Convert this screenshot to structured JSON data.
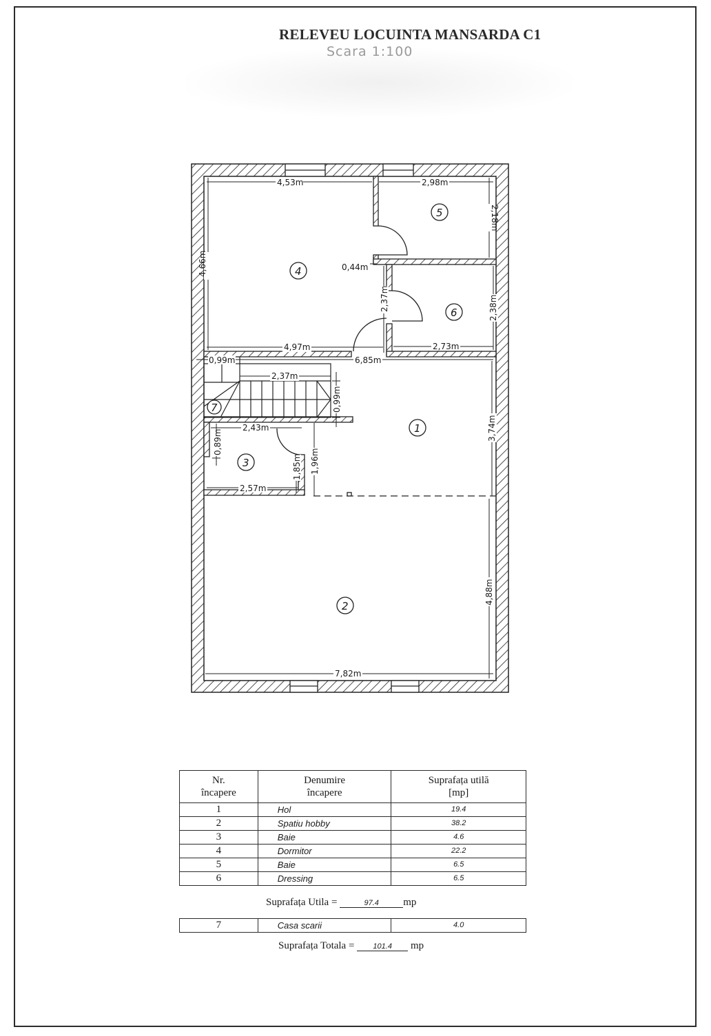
{
  "header": {
    "title": "RELEVEU LOCUINTA MANSARDA C1",
    "scale": "Scara 1:100"
  },
  "plan": {
    "dimensions": {
      "room4_top_width": "4,53m",
      "room5_top_width": "2,98m",
      "room5_height": "2,18m",
      "room4_height": "4,66m",
      "door_offset": "0,44m",
      "partition_height": "2,37m",
      "room6_height": "2,38m",
      "room4_bottom_width": "4,97m",
      "room6_bottom_width": "2,73m",
      "landing_width": "0,99m",
      "hall_width": "6,85m",
      "stair_length": "2,37m",
      "stair_width": "0,99m",
      "room3_top_width": "2,43m",
      "room3_left_height": "0,89m",
      "room3_right_height": "1,85m",
      "hall_opening_height": "1,96m",
      "room3_bottom_width": "2,57m",
      "hall_height": "3,74m",
      "hobby_height": "4,88m",
      "hobby_width": "7,82m"
    },
    "room_labels": [
      "1",
      "2",
      "3",
      "4",
      "5",
      "6",
      "7"
    ]
  },
  "table": {
    "headers": {
      "nr": [
        "Nr.",
        "încapere"
      ],
      "name": [
        "Denumire",
        "încapere"
      ],
      "area": [
        "Suprafața utilă",
        "[mp]"
      ]
    },
    "rows": [
      {
        "nr": "1",
        "name": "Hol",
        "area": "19.4"
      },
      {
        "nr": "2",
        "name": "Spatiu hobby",
        "area": "38.2"
      },
      {
        "nr": "3",
        "name": "Baie",
        "area": "4.6"
      },
      {
        "nr": "4",
        "name": "Dormitor",
        "area": "22.2"
      },
      {
        "nr": "5",
        "name": "Baie",
        "area": "6.5"
      },
      {
        "nr": "6",
        "name": "Dressing",
        "area": "6.5"
      }
    ],
    "useful_total": {
      "label": "Suprafața Utila =",
      "value": "97.4",
      "unit": "mp"
    },
    "extra_row": {
      "nr": "7",
      "name": "Casa scarii",
      "area": "4.0"
    },
    "grand_total": {
      "label": "Suprafața Totala =",
      "value": "101.4",
      "unit": "mp"
    }
  }
}
